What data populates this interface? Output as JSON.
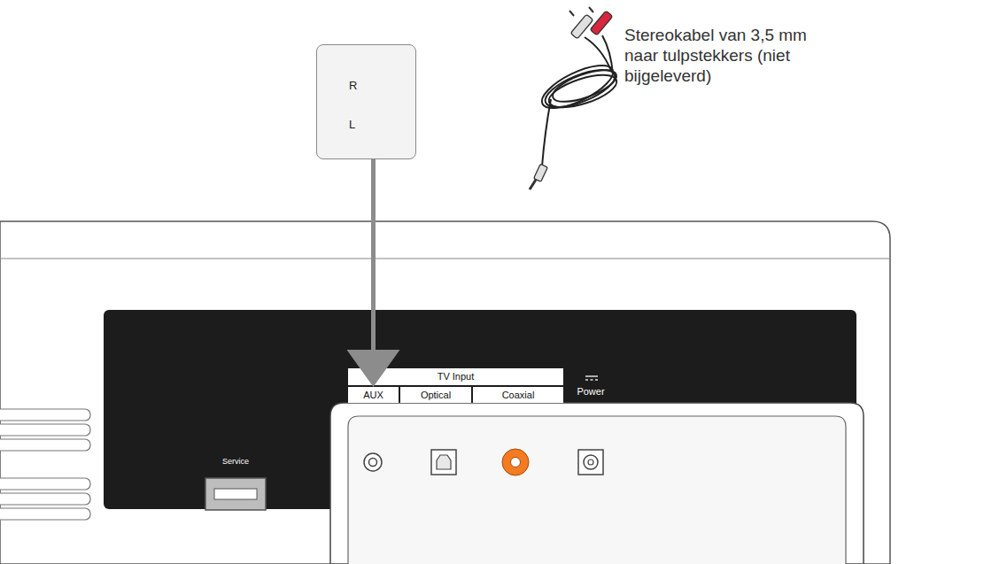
{
  "diagram": {
    "nodes": [
      {
        "text": [
          "R",
          "L"
        ]
      },
      {
        "text": [
          "TV Input"
        ]
      },
      {
        "text": [
          "AUX"
        ],
        "in": 1
      },
      {
        "text": [
          "Optical"
        ],
        "in": 1
      },
      {
        "text": [
          "Coaxial"
        ],
        "in": 1
      }
    ],
    "edges": [
      {
        "from": 0,
        "to": 2,
        "arrow": "to"
      }
    ],
    "labels": [
      "Stereokabel van 3,5 mm naar tulpstekkers (niet bijgeleverd)",
      "Power",
      "Service"
    ]
  }
}
